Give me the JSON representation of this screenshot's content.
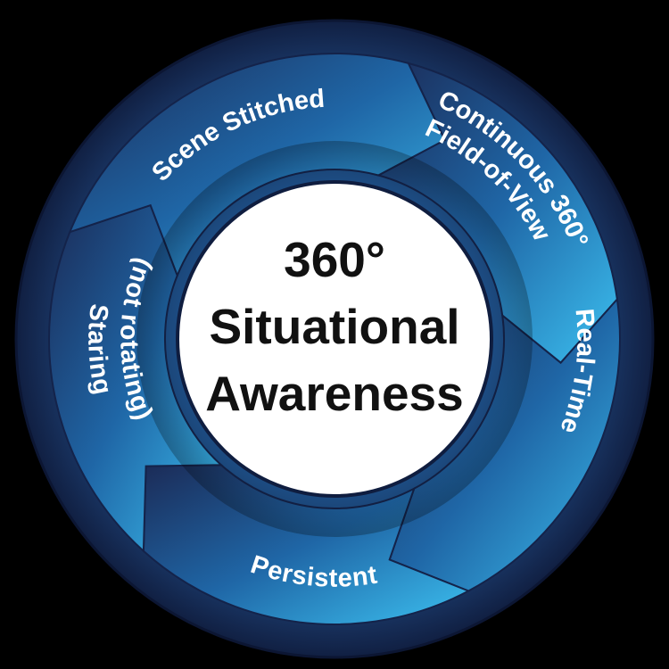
{
  "center": {
    "lines": [
      "360°",
      "Situational",
      "Awareness"
    ]
  },
  "segments": [
    {
      "id": "continuous",
      "lines": [
        "Continuous 360°",
        "Field-of-View"
      ]
    },
    {
      "id": "real-time",
      "lines": [
        "Real-Time"
      ]
    },
    {
      "id": "persistent",
      "lines": [
        "Persistent"
      ]
    },
    {
      "id": "staring",
      "lines": [
        "Staring",
        "(not rotating)"
      ]
    },
    {
      "id": "scene-stitched",
      "lines": [
        "Scene Stitched"
      ]
    }
  ],
  "colors": {
    "background": "#000000",
    "ring_dark": "#1a2a55",
    "ring_mid": "#1f5d99",
    "ring_light": "#36b5ea",
    "center_fill": "#ffffff",
    "center_text": "#111111",
    "segment_text": "#ffffff"
  }
}
